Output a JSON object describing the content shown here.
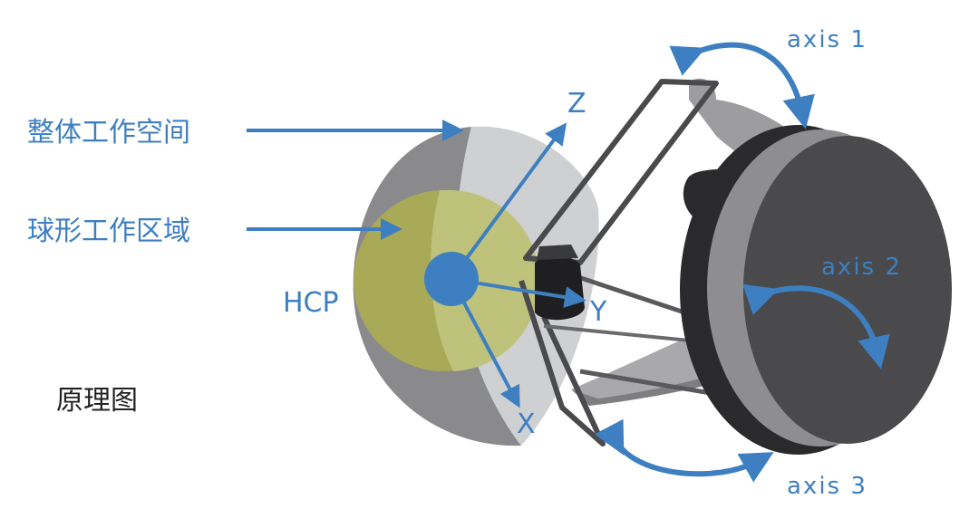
{
  "labels": {
    "workspace": "整体工作空间",
    "sphere_zone": "球形工作区域",
    "hcp": "HCP",
    "diagram_caption": "原理图",
    "axis_z": "Z",
    "axis_y": "Y",
    "axis_x": "X",
    "axis1": "axis 1",
    "axis2": "axis 2",
    "axis3": "axis 3"
  },
  "colors": {
    "accent_blue": "#3d7fc1",
    "sphere_dark": "#8a8a8c",
    "sphere_light": "#cfd0d2",
    "zone_yellow": "#b7b96a",
    "device_dark": "#3a3a3c",
    "device_black": "#1f1f21",
    "arm_gray": "#9d9d9f"
  }
}
